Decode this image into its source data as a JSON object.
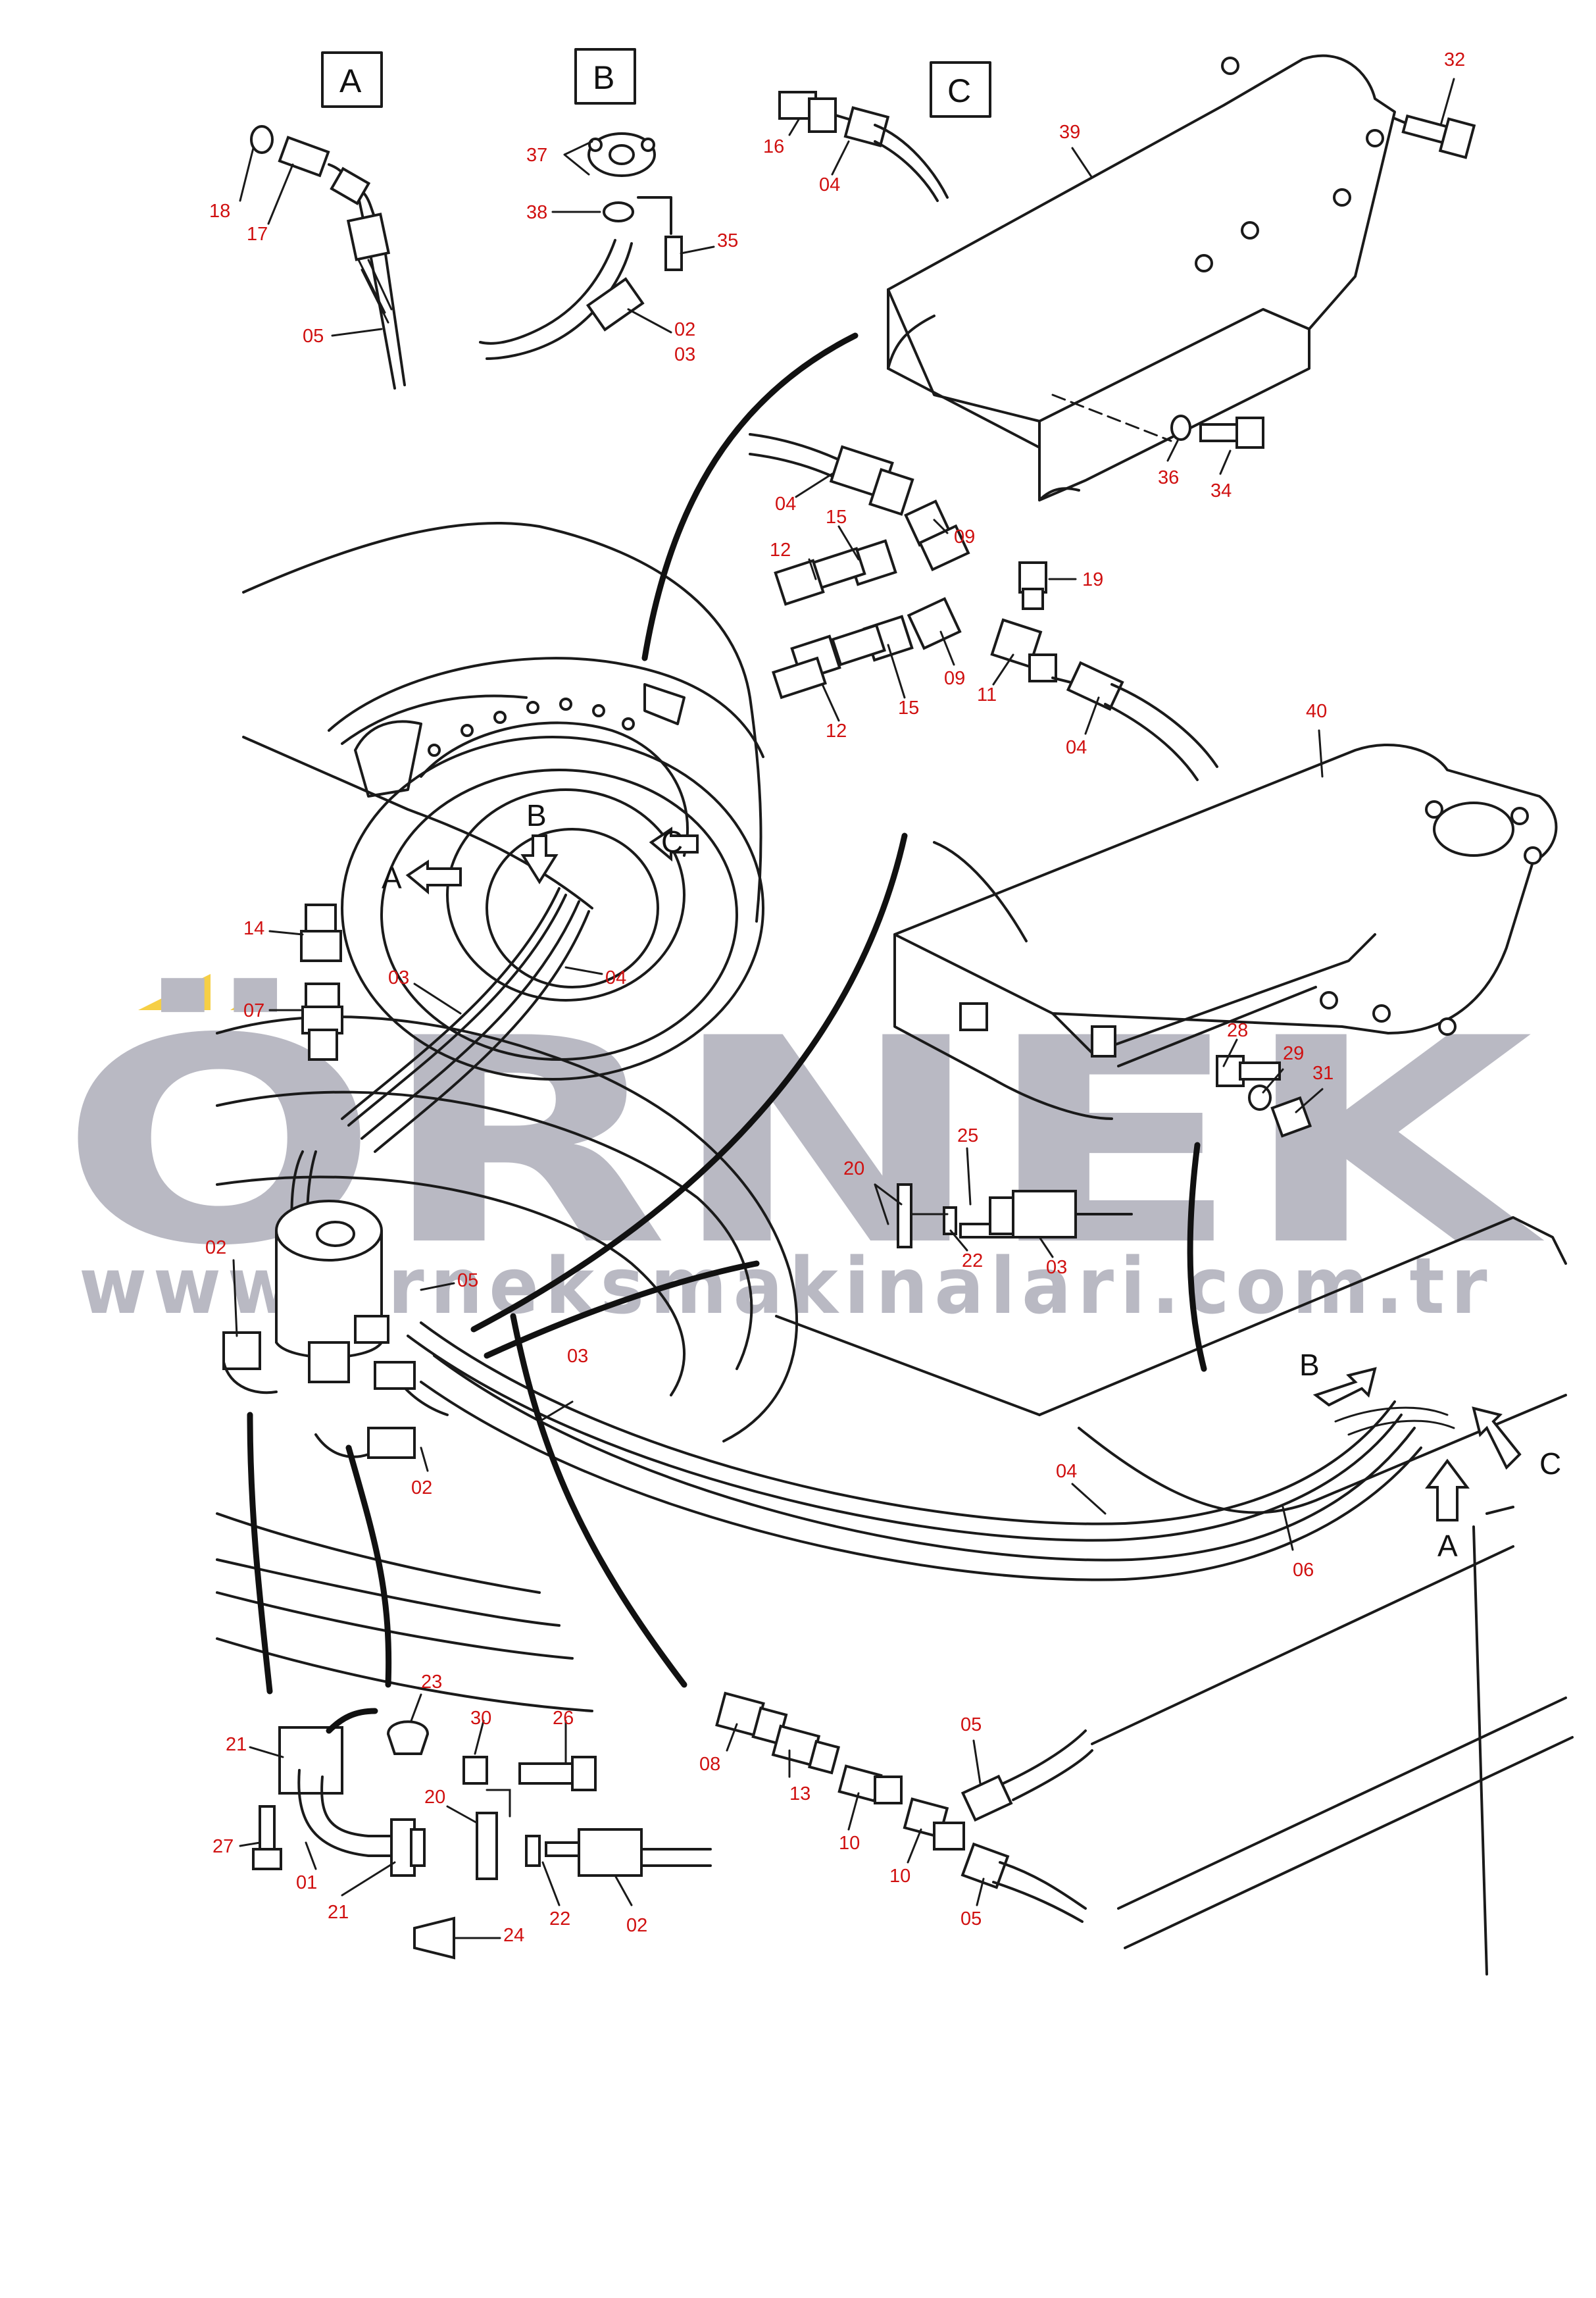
{
  "watermark": {
    "brand": "ÖRNEK",
    "url": "www.orneksmakinalari.com.tr",
    "accent_color": "#f6cf45",
    "gray_color": "#b9b9c3"
  },
  "detail_boxes": [
    "A",
    "B",
    "C"
  ],
  "view_arrows": [
    "A",
    "B",
    "C",
    "B",
    "C",
    "A"
  ],
  "callouts": [
    "18",
    "17",
    "05",
    "37",
    "38",
    "35",
    "02",
    "03",
    "16",
    "04",
    "39",
    "32",
    "36",
    "34",
    "04",
    "15",
    "09",
    "12",
    "19",
    "15",
    "09",
    "11",
    "12",
    "04",
    "40",
    "14",
    "07",
    "03",
    "04",
    "28",
    "29",
    "31",
    "25",
    "20",
    "22",
    "03",
    "02",
    "05",
    "03",
    "02",
    "04",
    "06",
    "23",
    "30",
    "26",
    "21",
    "20",
    "27",
    "01",
    "21",
    "22",
    "02",
    "24",
    "08",
    "13",
    "10",
    "10",
    "05",
    "05"
  ],
  "colors": {
    "line": "#1a1a1a",
    "callout": "#d01010"
  }
}
